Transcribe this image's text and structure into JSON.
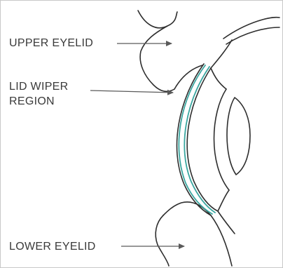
{
  "labels": {
    "upper_eyelid": "UPPER EYELID",
    "lid_wiper_region": "LID WIPER\nREGION",
    "lower_eyelid": "LOWER EYELID"
  },
  "colors": {
    "line": "#2e2e2e",
    "arrow": "#5a5a5a",
    "highlight": "#3aa6a0",
    "label_text": "#3a3a3a",
    "border": "#c8c8c8"
  }
}
